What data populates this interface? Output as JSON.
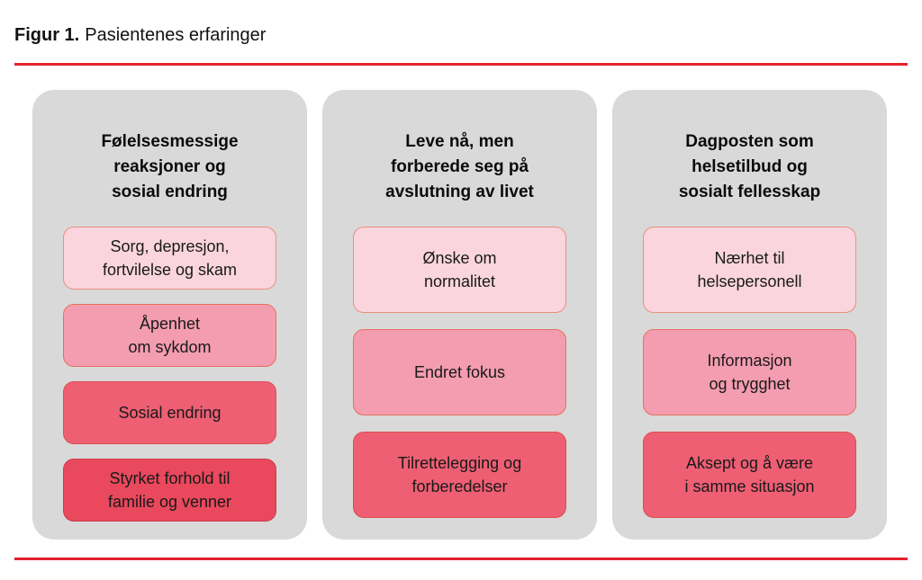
{
  "header": {
    "figure_label": "Figur 1.",
    "figure_title": "Pasientenes erfaringer"
  },
  "colors": {
    "accent_red": "#E4212E",
    "column_bg": "#D9D9D9",
    "level1_bg": "#FAD5DE",
    "level1_border": "#EC8E7C",
    "level2_bg": "#F49DB0",
    "level2_border": "#E6705C",
    "level3_bg": "#EE5F74",
    "level3_border": "#DC4F50",
    "level4_bg": "#E9485D",
    "level4_border": "#CC3C4C"
  },
  "columns": [
    {
      "heading": "Følelsesmessige\nreaksjoner og\nsosial endring",
      "boxes": [
        {
          "label": "Sorg, depresjon,\nfortvilelse og skam",
          "tone": "level-1"
        },
        {
          "label": "Åpenhet\nom sykdom",
          "tone": "level-2"
        },
        {
          "label": "Sosial endring",
          "tone": "level-3"
        },
        {
          "label": "Styrket forhold til\nfamilie og venner",
          "tone": "level-4"
        }
      ]
    },
    {
      "heading": "Leve nå, men\nforberede seg på\navslutning av livet",
      "boxes": [
        {
          "label": "Ønske om\nnormalitet",
          "tone": "level-1"
        },
        {
          "label": "Endret fokus",
          "tone": "level-2"
        },
        {
          "label": "Tilrettelegging og\nforberedelser",
          "tone": "level-3"
        }
      ]
    },
    {
      "heading": "Dagposten som\nhelsetilbud og\nsosialt fellesskap",
      "boxes": [
        {
          "label": "Nærhet til\nhelsepersonell",
          "tone": "level-1"
        },
        {
          "label": "Informasjon\nog trygghet",
          "tone": "level-2"
        },
        {
          "label": "Aksept og å være\ni samme situasjon",
          "tone": "level-3"
        }
      ]
    }
  ]
}
